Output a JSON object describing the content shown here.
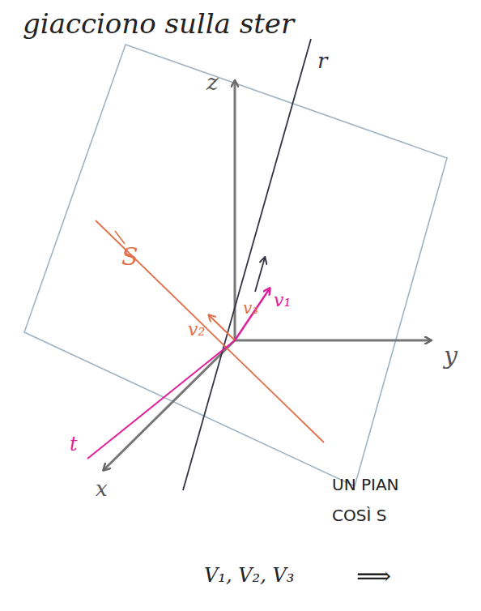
{
  "diagram": {
    "labels": [
      "giacciono sulla ster",
      "z",
      "r",
      "y",
      "x",
      "S",
      "t",
      "v₁",
      "v₂",
      "v₃",
      "UN PIAN",
      "COSÌ S",
      "V₁, V₂, V₃",
      "⟹"
    ]
  }
}
